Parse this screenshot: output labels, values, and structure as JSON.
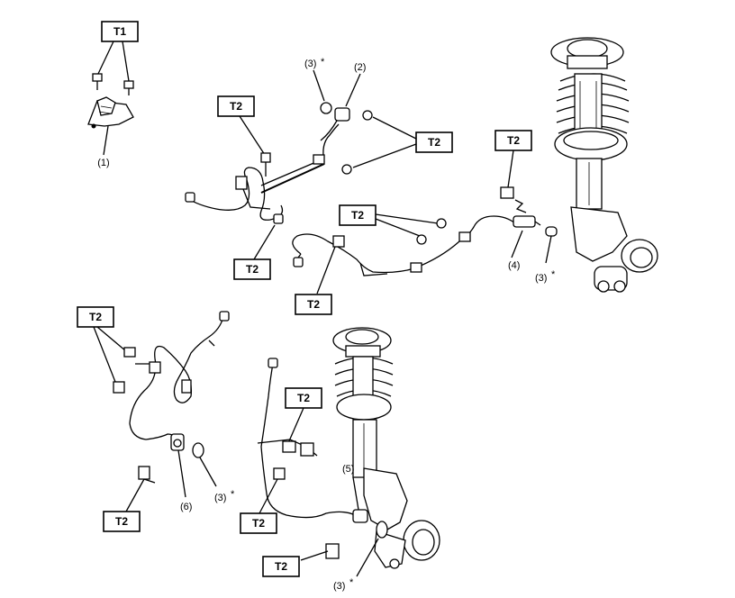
{
  "torque_labels": {
    "t1": "T1",
    "t2": "T2"
  },
  "callouts": {
    "c1": "(1)",
    "c2": "(2)",
    "c3": "(3)",
    "c4": "(4)",
    "c5": "(5)",
    "c6": "(6)"
  },
  "asterisk": "*"
}
